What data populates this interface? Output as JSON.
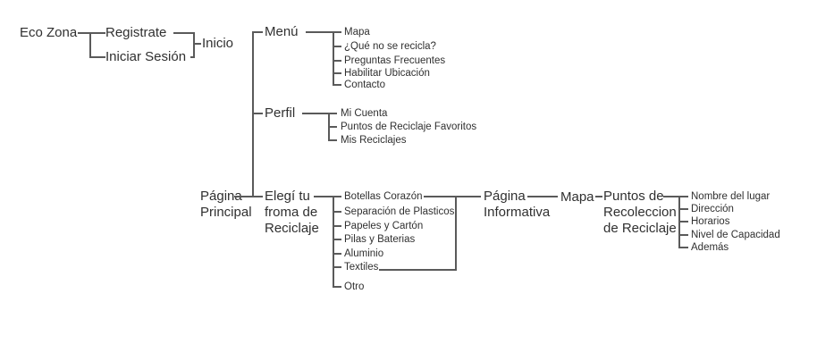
{
  "diagram": {
    "colors": {
      "line": "#5a5a5a",
      "text": "#303030"
    },
    "nodes": {
      "eco_zona": "Eco Zona",
      "registrate": "Registrate",
      "iniciar_sesion": "Iniciar Sesión",
      "inicio": "Inicio",
      "menu": "Menú",
      "perfil": "Perfil",
      "pagina_principal": "Página Principal",
      "elegi": "Elegí tu froma de Reciclaje",
      "pagina_informativa": "Página Informativa",
      "mapa": "Mapa",
      "puntos": "Puntos de Recoleccion de Reciclaje"
    },
    "menu_items": [
      "Mapa",
      "¿Qué no se recicla?",
      "Preguntas Frecuentes",
      "Habilitar Ubicación",
      "Contacto"
    ],
    "perfil_items": [
      "Mi Cuenta",
      "Puntos de Reciclaje Favoritos",
      "Mis Reciclajes"
    ],
    "reciclaje_items": [
      "Botellas Corazón",
      "Separación de Plasticos",
      "Papeles y Cartón",
      "Pilas y Baterias",
      "Aluminio",
      "Textiles"
    ],
    "reciclaje_extra_item": "Otro",
    "puntos_items": [
      "Nombre del lugar",
      "Dirección",
      "Horarios",
      "Nivel de Capacidad",
      "Además"
    ]
  }
}
